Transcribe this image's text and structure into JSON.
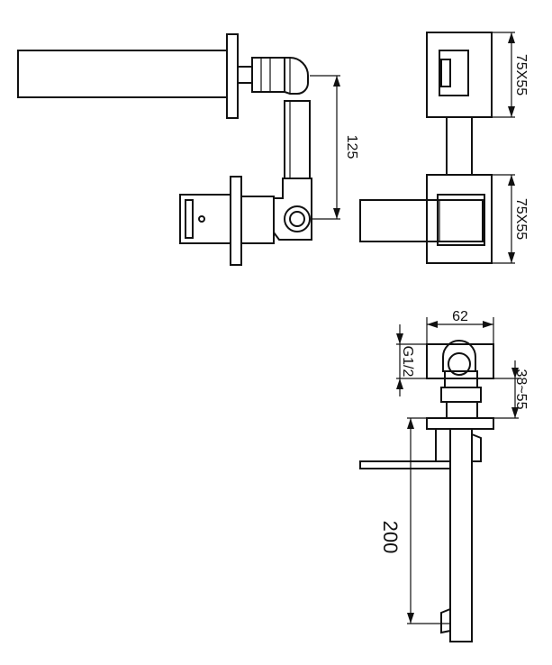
{
  "diagram": {
    "line_color": "#111111",
    "background": "#ffffff",
    "dimensions": {
      "pipe_spacing": "125",
      "top_plate": "75X55",
      "bottom_plate": "75X55",
      "plate_width": "62",
      "thread": "G1/2",
      "wall_depth": "38~55",
      "spout_length": "200"
    }
  }
}
